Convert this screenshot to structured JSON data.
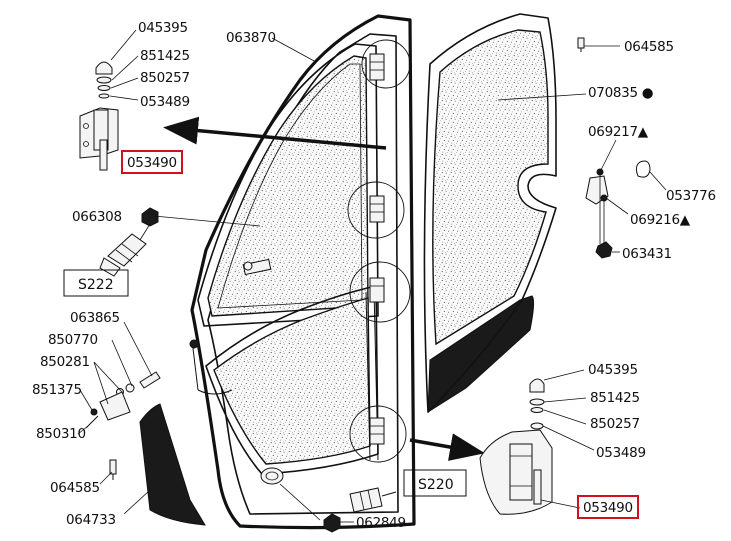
{
  "diagram": {
    "part_numbers": {
      "p045395_top": "045395",
      "p851425_top": "851425",
      "p850257_top": "850257",
      "p053489_top": "053489",
      "p053490_top": "053490",
      "p063870": "063870",
      "p064585_top": "064585",
      "p070835": "070835 ●",
      "p069217": "069217▲",
      "p053776": "053776",
      "p069216": "069216▲",
      "p063431": "063431",
      "p066308": "066308",
      "p063865": "063865",
      "p850770": "850770",
      "p850281": "850281",
      "p851375": "851375",
      "p850310": "850310",
      "p064585_bottom": "064585",
      "p064733": "064733",
      "p062849": "062849",
      "p045395_bottom": "045395",
      "p851425_bottom": "851425",
      "p850257_bottom": "850257",
      "p053489_bottom": "053489",
      "p053490_bottom": "053490"
    },
    "tool_boxes": {
      "s222": "S222",
      "s220": "S220"
    },
    "highlight_color": "#d0121e"
  }
}
